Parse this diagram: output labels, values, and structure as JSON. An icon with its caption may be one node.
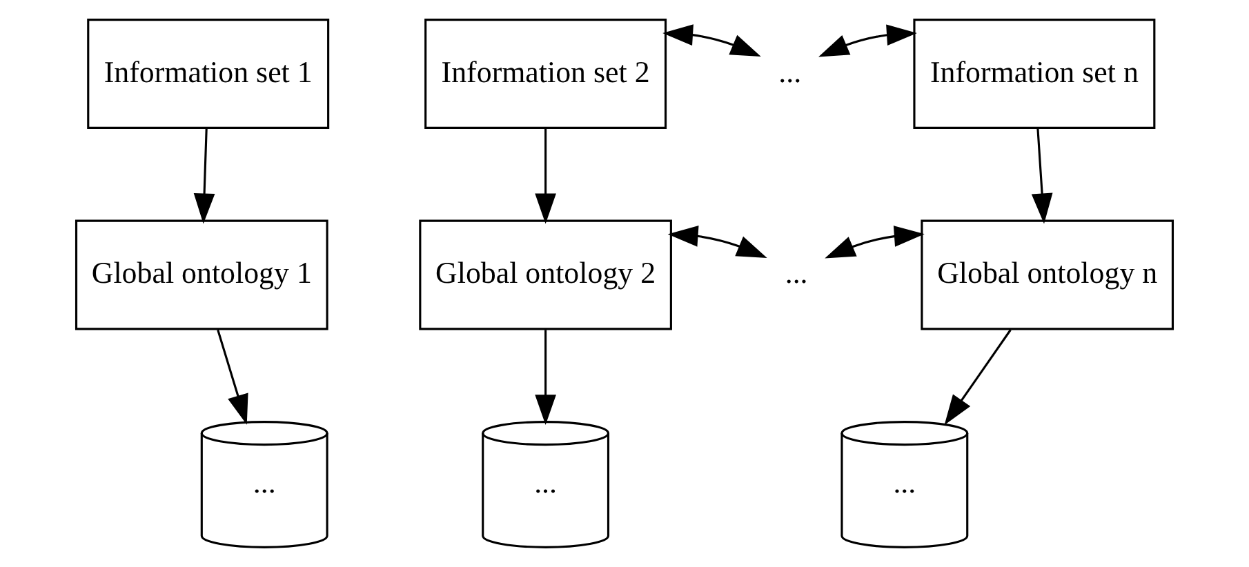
{
  "diagram": {
    "nodes": [
      {
        "text": [
          "Information set 1"
        ]
      },
      {
        "text": [
          "Information set 2"
        ]
      },
      {
        "text": [
          "..."
        ]
      },
      {
        "text": [
          "Information set n"
        ]
      },
      {
        "text": [
          "Global ontology 1"
        ]
      },
      {
        "text": [
          "Global ontology 2"
        ]
      },
      {
        "text": [
          "..."
        ]
      },
      {
        "text": [
          "Global ontology n"
        ]
      },
      {
        "text": [
          "..."
        ]
      },
      {
        "text": [
          "..."
        ]
      },
      {
        "text": [
          "..."
        ]
      }
    ],
    "edges": [
      {
        "from": 0,
        "to": 4,
        "arrow": "to"
      },
      {
        "from": 1,
        "to": 2,
        "arrow": "both"
      },
      {
        "from": 2,
        "to": 3,
        "arrow": "both"
      },
      {
        "from": 1,
        "to": 5,
        "arrow": "to"
      },
      {
        "from": 3,
        "to": 7,
        "arrow": "to"
      },
      {
        "from": 5,
        "to": 6,
        "arrow": "both"
      },
      {
        "from": 6,
        "to": 7,
        "arrow": "both"
      },
      {
        "from": 4,
        "to": 8,
        "arrow": "to"
      },
      {
        "from": 5,
        "to": 9,
        "arrow": "to"
      },
      {
        "from": 7,
        "to": 10,
        "arrow": "to"
      }
    ]
  }
}
